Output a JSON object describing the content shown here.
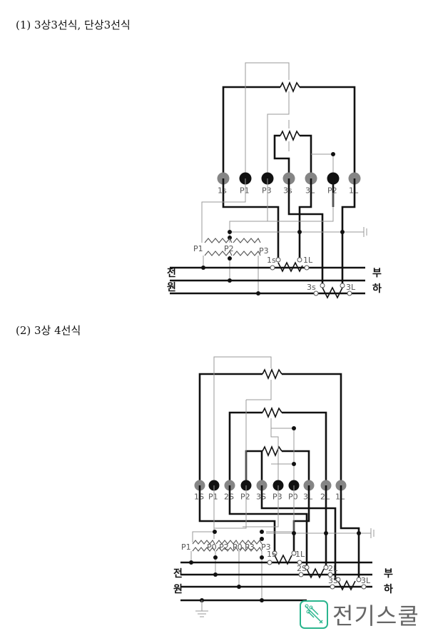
{
  "section1": {
    "title": "(1) 3상3선식, 단상3선식",
    "terminals": [
      "1s",
      "P1",
      "P3",
      "3s",
      "3L",
      "P2",
      "1L"
    ],
    "vt_labels": [
      "P1",
      "P2",
      "P3"
    ],
    "ct_labels": [
      "1s",
      "1L",
      "3s",
      "3L"
    ],
    "source_label": [
      "전",
      "원"
    ],
    "load_label": [
      "부",
      "하"
    ]
  },
  "section2": {
    "title": "(2) 3상 4선식",
    "terminals": [
      "1S",
      "P1",
      "2S",
      "P2",
      "3S",
      "P3",
      "P0",
      "3L",
      "2L",
      "1L"
    ],
    "vt_labels": [
      "P1",
      "P0 P2",
      "P0 P3",
      "P3"
    ],
    "ct_labels": [
      "1S",
      "1L",
      "2S",
      "2L",
      "3S",
      "3L"
    ],
    "source_label": [
      "전",
      "원"
    ],
    "load_label": [
      "부",
      "하"
    ]
  },
  "watermark": {
    "text": "전기스쿨",
    "color": "#2bb58e"
  }
}
